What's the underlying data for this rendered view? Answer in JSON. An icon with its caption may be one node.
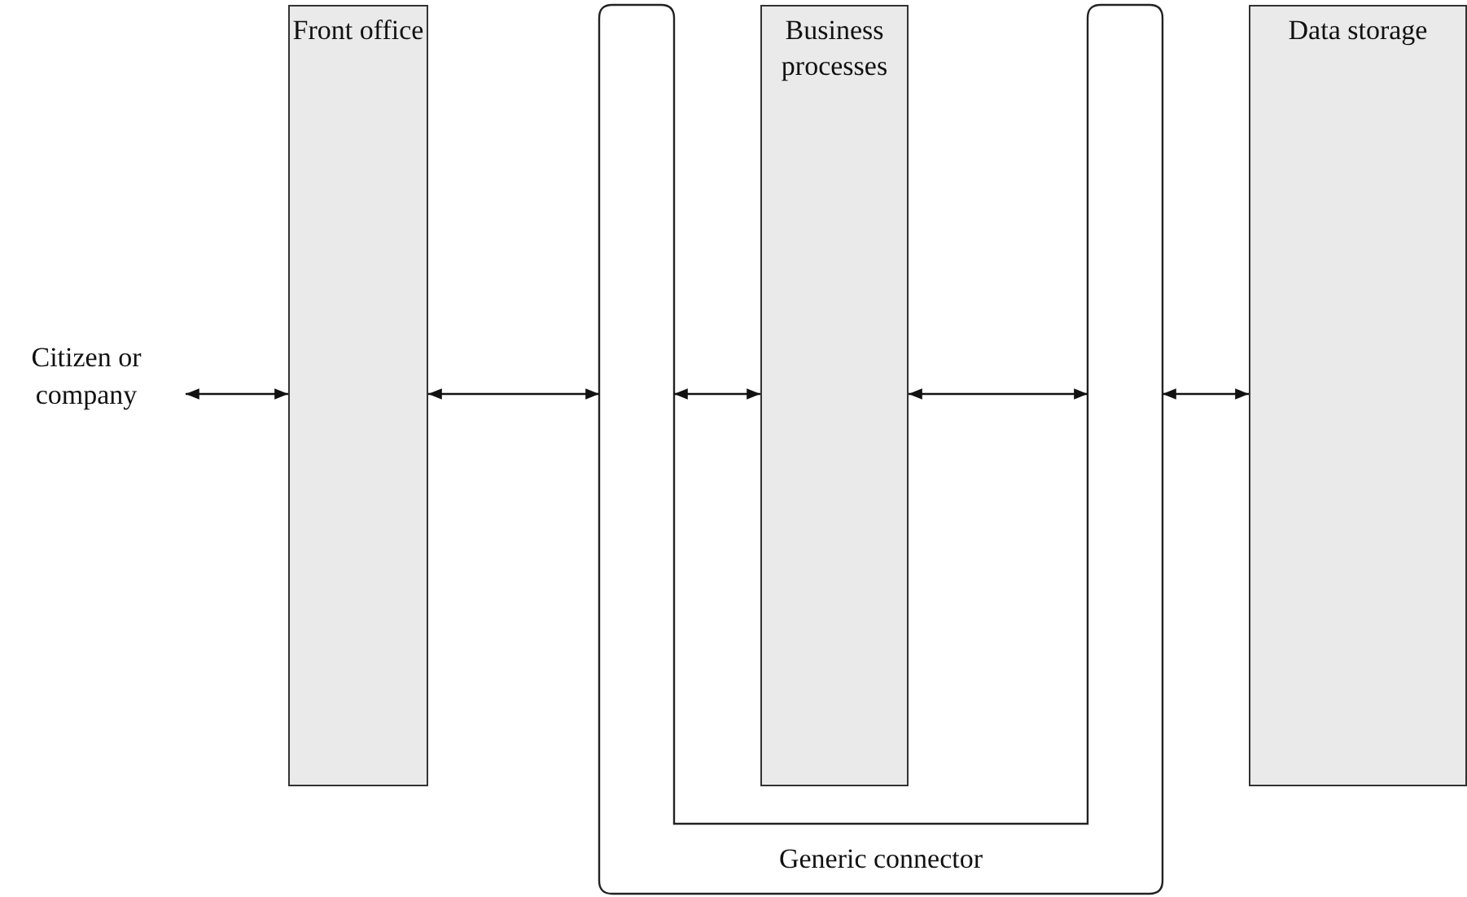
{
  "diagram": {
    "nodes": [
      {
        "text": [
          "Citizen or company"
        ]
      },
      {
        "text": [
          "Front office"
        ]
      },
      {
        "text": [
          "Generic connector"
        ]
      },
      {
        "text": [
          "Business processes"
        ]
      },
      {
        "text": [
          "Data storage"
        ]
      }
    ],
    "edges": [
      {
        "from": 0,
        "to": 1,
        "arrow": "both"
      },
      {
        "from": 1,
        "to": 2,
        "arrow": "both"
      },
      {
        "from": 2,
        "to": 3,
        "arrow": "both"
      },
      {
        "from": 3,
        "to": 2,
        "arrow": "both"
      },
      {
        "from": 2,
        "to": 4,
        "arrow": "both"
      }
    ]
  }
}
